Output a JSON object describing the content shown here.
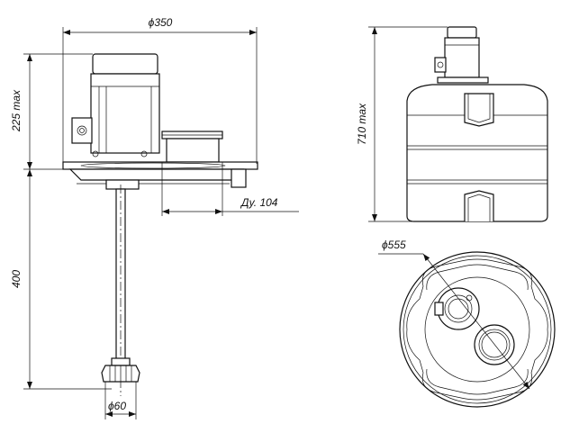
{
  "drawing": {
    "dimensions": {
      "mixer_width": "ϕ350",
      "motor_height": "225 max",
      "shaft_length": "400",
      "nozzle_size": "Ду. 104",
      "impeller_diameter": "ϕ60",
      "tank_height": "710 max",
      "tank_diameter": "ϕ555"
    }
  }
}
